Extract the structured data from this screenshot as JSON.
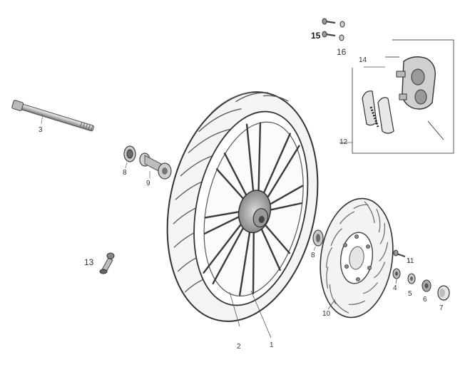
{
  "diagram": {
    "labels": {
      "l1": "1",
      "l2": "2",
      "l3": "3",
      "l4": "4",
      "l5": "5",
      "l6": "6",
      "l7": "7",
      "l8a": "8",
      "l8b": "8",
      "l9": "9",
      "l10": "10",
      "l11": "11",
      "l12": "12",
      "l13": "13",
      "l14": "14",
      "l15": "15",
      "l16": "16"
    }
  }
}
